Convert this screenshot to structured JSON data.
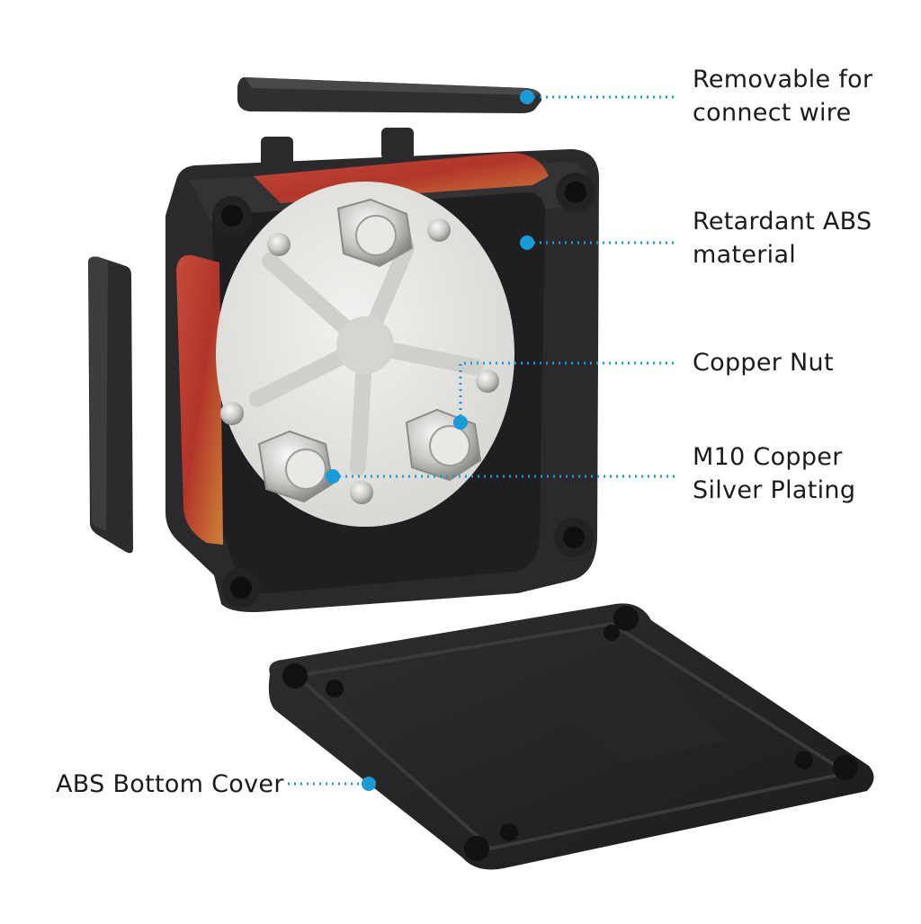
{
  "callouts": {
    "removable": {
      "line1": "Removable for",
      "line2": "connect wire"
    },
    "retardant": {
      "line1": "Retardant ABS",
      "line2": "material"
    },
    "copper_nut": {
      "line1": "Copper Nut"
    },
    "m10": {
      "line1": "M10 Copper",
      "line2": "Silver Plating"
    },
    "bottom_cover": {
      "line1": "ABS Bottom Cover"
    }
  },
  "colors": {
    "accent": "#1a9ad6",
    "housing": "#2a2a2c",
    "housing_edge": "#3a3a3d",
    "insulator": "#e6e6e4",
    "red_window": "#c63a2a",
    "metal": "#c9c9c6"
  }
}
